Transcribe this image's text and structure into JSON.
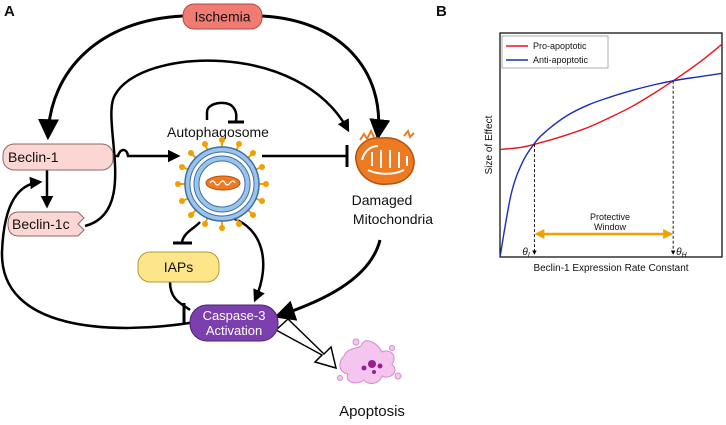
{
  "panel_a": {
    "label": "A",
    "ischemia": "Ischemia",
    "beclin1": "Beclin-1",
    "beclin1c": "Beclin-1c",
    "autophagosome": "Autophagosome",
    "damaged": "Damaged",
    "mitochondria": "Mitochondria",
    "iaps": "IAPs",
    "caspase_line1": "Caspase-3",
    "caspase_line2": "Activation",
    "apoptosis": "Apoptosis"
  },
  "panel_b": {
    "label": "B",
    "ylabel": "Size of Effect",
    "xlabel": "Beclin-1 Expression Rate Constant",
    "window_line1": "Protective",
    "window_line2": "Window",
    "theta_low": "θ",
    "theta_low_sub": "L",
    "theta_high": "θ",
    "theta_high_sub": "H"
  },
  "colors": {
    "ischemia_fill": "#f07b72",
    "beclin_fill": "#fbd6d2",
    "iaps_fill": "#fde58a",
    "caspase_fill": "#7b3fae",
    "pro_line": "#e8141c",
    "anti_line": "#1a2fb5",
    "window_arrow": "#f0a000",
    "mito": "#ee7a22"
  },
  "chart_data": {
    "type": "line",
    "title": "",
    "xlabel": "Beclin-1 Expression Rate Constant",
    "ylabel": "Size of Effect",
    "legend_position": "top-left",
    "grid": false,
    "xlim": [
      0,
      1
    ],
    "ylim": [
      0,
      1
    ],
    "series": [
      {
        "name": "Pro-apoptotic",
        "color": "#e8141c",
        "x": [
          0.0,
          0.1,
          0.2,
          0.3,
          0.4,
          0.5,
          0.6,
          0.7,
          0.8,
          0.9,
          1.0
        ],
        "y": [
          0.48,
          0.49,
          0.515,
          0.545,
          0.58,
          0.625,
          0.675,
          0.735,
          0.8,
          0.87,
          0.95
        ]
      },
      {
        "name": "Anti-apoptotic",
        "color": "#1a2fb5",
        "x": [
          0.0,
          0.05,
          0.1,
          0.15,
          0.2,
          0.3,
          0.4,
          0.5,
          0.6,
          0.7,
          0.8,
          0.9,
          1.0
        ],
        "y": [
          0.0,
          0.28,
          0.42,
          0.5,
          0.555,
          0.63,
          0.68,
          0.715,
          0.745,
          0.77,
          0.79,
          0.805,
          0.82
        ]
      }
    ],
    "markers": [
      {
        "label": "θL",
        "x": 0.155
      },
      {
        "label": "θH",
        "x": 0.78
      }
    ],
    "annotations": [
      "Protective Window"
    ]
  }
}
